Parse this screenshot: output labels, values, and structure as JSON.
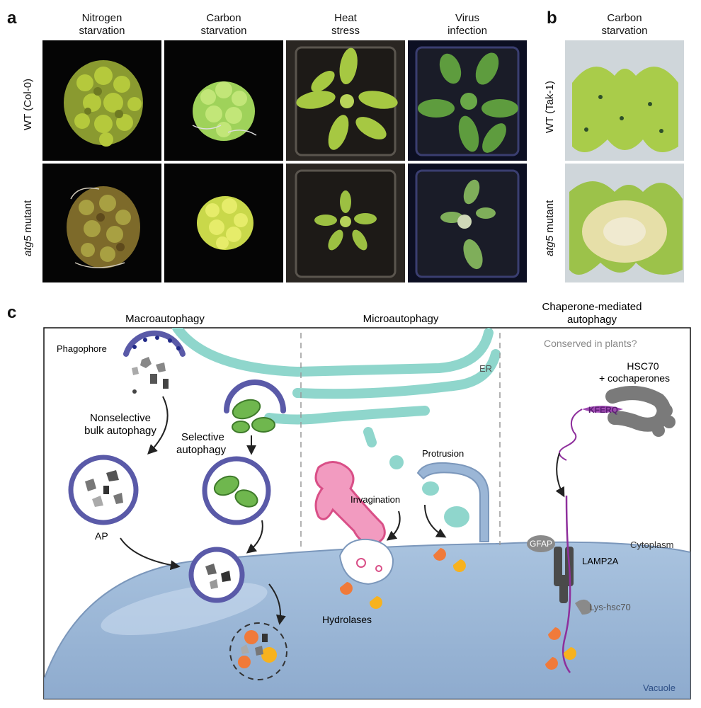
{
  "panels": {
    "a": {
      "letter": "a",
      "columns": [
        {
          "line1": "Nitrogen",
          "line2": "starvation"
        },
        {
          "line1": "Carbon",
          "line2": "starvation"
        },
        {
          "line1": "Heat",
          "line2": "stress"
        },
        {
          "line1": "Virus",
          "line2": "infection"
        }
      ],
      "rows": [
        "WT (Col-0)",
        "mutant"
      ],
      "row2_italic": "atg5"
    },
    "b": {
      "letter": "b",
      "column": {
        "line1": "Carbon",
        "line2": "starvation"
      },
      "rows": [
        "WT (Tak-1)",
        "mutant"
      ],
      "row2_italic": "atg5"
    },
    "c": {
      "letter": "c",
      "sections": {
        "macro": "Macroautophagy",
        "micro": "Microautophagy",
        "cma_line1": "Chaperone-mediated",
        "cma_line2": "autophagy"
      },
      "labels": {
        "phagophore": "Phagophore",
        "nonselective1": "Nonselective",
        "nonselective2": "bulk autophagy",
        "selective1": "Selective",
        "selective2": "autophagy",
        "ap": "AP",
        "er": "ER",
        "protrusion": "Protrusion",
        "invagination": "Invagination",
        "hydrolases": "Hydrolases",
        "conserved": "Conserved in plants?",
        "hsc70_1": "HSC70",
        "hsc70_2": "+ cochaperones",
        "kferq": "KFERQ",
        "gfap": "GFAP",
        "lamp2a": "LAMP2A",
        "lys_hsc70": "Lys-hsc70",
        "cytoplasm": "Cytoplasm",
        "vacuole": "Vacuole"
      }
    }
  },
  "colors": {
    "membrane_purple": "#5a5aa8",
    "er_teal": "#8fd6cc",
    "vacuole_blue": "#9bb6d6",
    "mito_green": "#6fb74e",
    "golgi_pink": "#e8649a",
    "hydrolase_orange": "#f07a3a",
    "hydrolase_yellow": "#f7b21e",
    "kferq_purple": "#8e2f9c"
  }
}
